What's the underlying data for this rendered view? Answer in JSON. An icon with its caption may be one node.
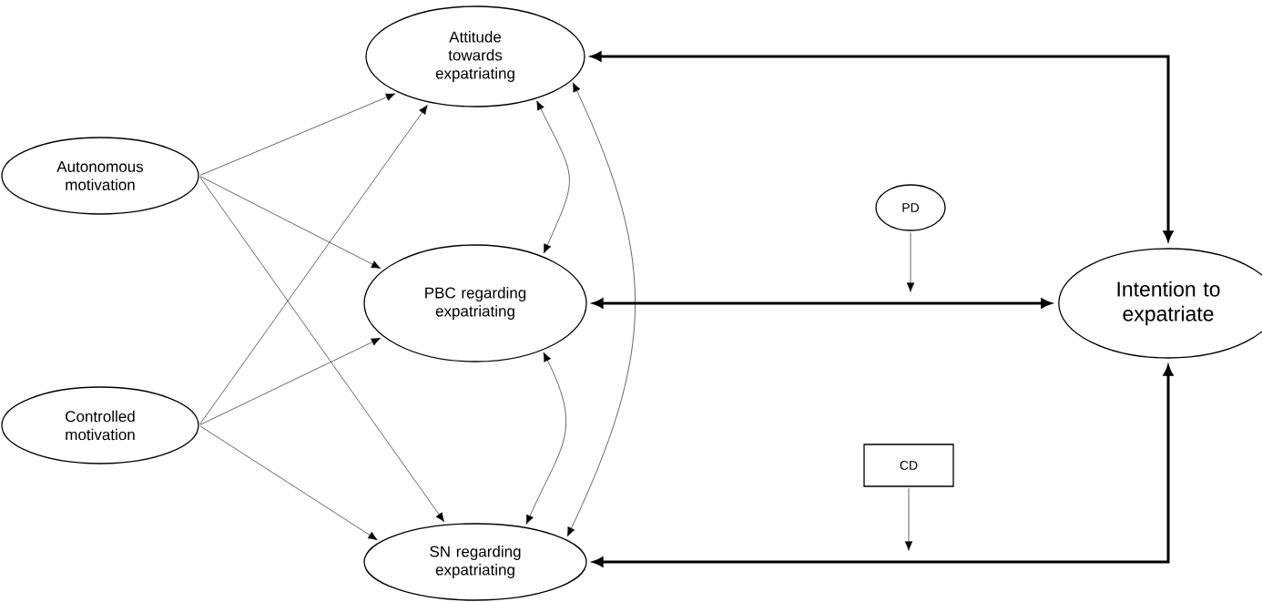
{
  "diagram": {
    "nodes": [
      {
        "text": [
          "Autonomous motivation"
        ]
      },
      {
        "text": [
          "Controlled motivation"
        ]
      },
      {
        "text": [
          "Attitude towards expatriating"
        ]
      },
      {
        "text": [
          "PBC regarding expatriating"
        ]
      },
      {
        "text": [
          "SN regarding expatriating"
        ]
      },
      {
        "text": [
          "PD"
        ]
      },
      {
        "text": [
          "CD"
        ]
      },
      {
        "text": [
          "Intention to expatriate"
        ]
      }
    ],
    "edges": [
      {
        "from": 0,
        "to": 2,
        "arrow": "to"
      },
      {
        "from": 0,
        "to": 3,
        "arrow": "to"
      },
      {
        "from": 0,
        "to": 4,
        "arrow": "to"
      },
      {
        "from": 1,
        "to": 2,
        "arrow": "to"
      },
      {
        "from": 1,
        "to": 3,
        "arrow": "to"
      },
      {
        "from": 1,
        "to": 4,
        "arrow": "to"
      },
      {
        "from": 2,
        "to": 3,
        "arrow": "both"
      },
      {
        "from": 3,
        "to": 4,
        "arrow": "both"
      },
      {
        "from": 2,
        "to": 4,
        "arrow": "both"
      },
      {
        "from": 2,
        "to": 7,
        "arrow": "both",
        "style": "thick"
      },
      {
        "from": 3,
        "to": 7,
        "arrow": "both",
        "style": "thick"
      },
      {
        "from": 4,
        "to": 7,
        "arrow": "both",
        "style": "thick"
      },
      {
        "from": 5,
        "to": null,
        "arrow": "to"
      },
      {
        "from": 6,
        "to": null,
        "arrow": "to"
      }
    ]
  }
}
